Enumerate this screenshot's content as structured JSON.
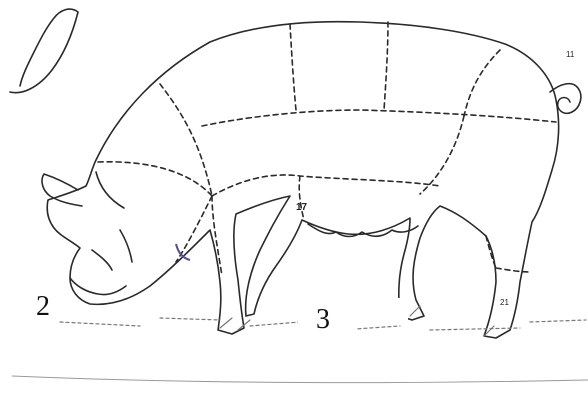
{
  "labels": {
    "two": "2",
    "three": "3",
    "small_17": "17",
    "small_21": "21",
    "small_11": "11"
  },
  "colors": {
    "ink": "#2a2a2a",
    "paper": "#ffffff",
    "shading": "#777777",
    "accent_mark": "#5a4a9a"
  }
}
